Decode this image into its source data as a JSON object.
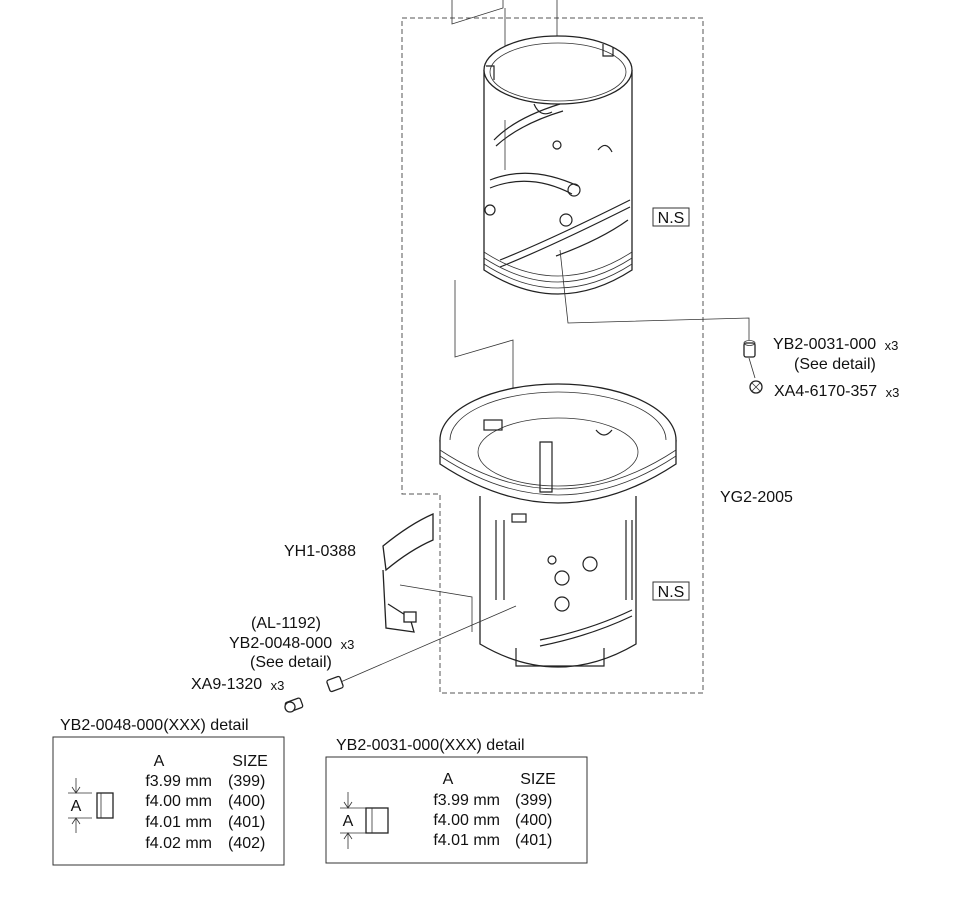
{
  "labels": {
    "ns_upper": "N.S",
    "ns_lower": "N.S",
    "yb2_0031_part": "YB2-0031-000",
    "yb2_0031_qty": "x3",
    "yb2_0031_see": "(See  detail)",
    "xa4_part": "XA4-6170-357",
    "xa4_qty": "x3",
    "yg2": "YG2-2005",
    "yh1": "YH1-0388",
    "al": "(AL-1192)",
    "yb2_0048_part": "YB2-0048-000",
    "yb2_0048_qty": "x3",
    "yb2_0048_see": "(See  detail)",
    "xa9_part": "XA9-1320",
    "xa9_qty": "x3"
  },
  "detail_0048": {
    "title": "YB2-0048-000(XXX) detail",
    "col_a": "A",
    "col_size": "SIZE",
    "dim_label": "A",
    "rows": [
      {
        "a": "f3.99 mm",
        "size": "(399)"
      },
      {
        "a": "f4.00 mm",
        "size": "(400)"
      },
      {
        "a": "f4.01 mm",
        "size": "(401)"
      },
      {
        "a": "f4.02 mm",
        "size": "(402)"
      }
    ]
  },
  "detail_0031": {
    "title": "YB2-0031-000(XXX) detail",
    "col_a": "A",
    "col_size": "SIZE",
    "dim_label": "A",
    "rows": [
      {
        "a": "f3.99 mm",
        "size": "(399)"
      },
      {
        "a": "f4.00 mm",
        "size": "(400)"
      },
      {
        "a": "f4.01 mm",
        "size": "(401)"
      }
    ]
  }
}
